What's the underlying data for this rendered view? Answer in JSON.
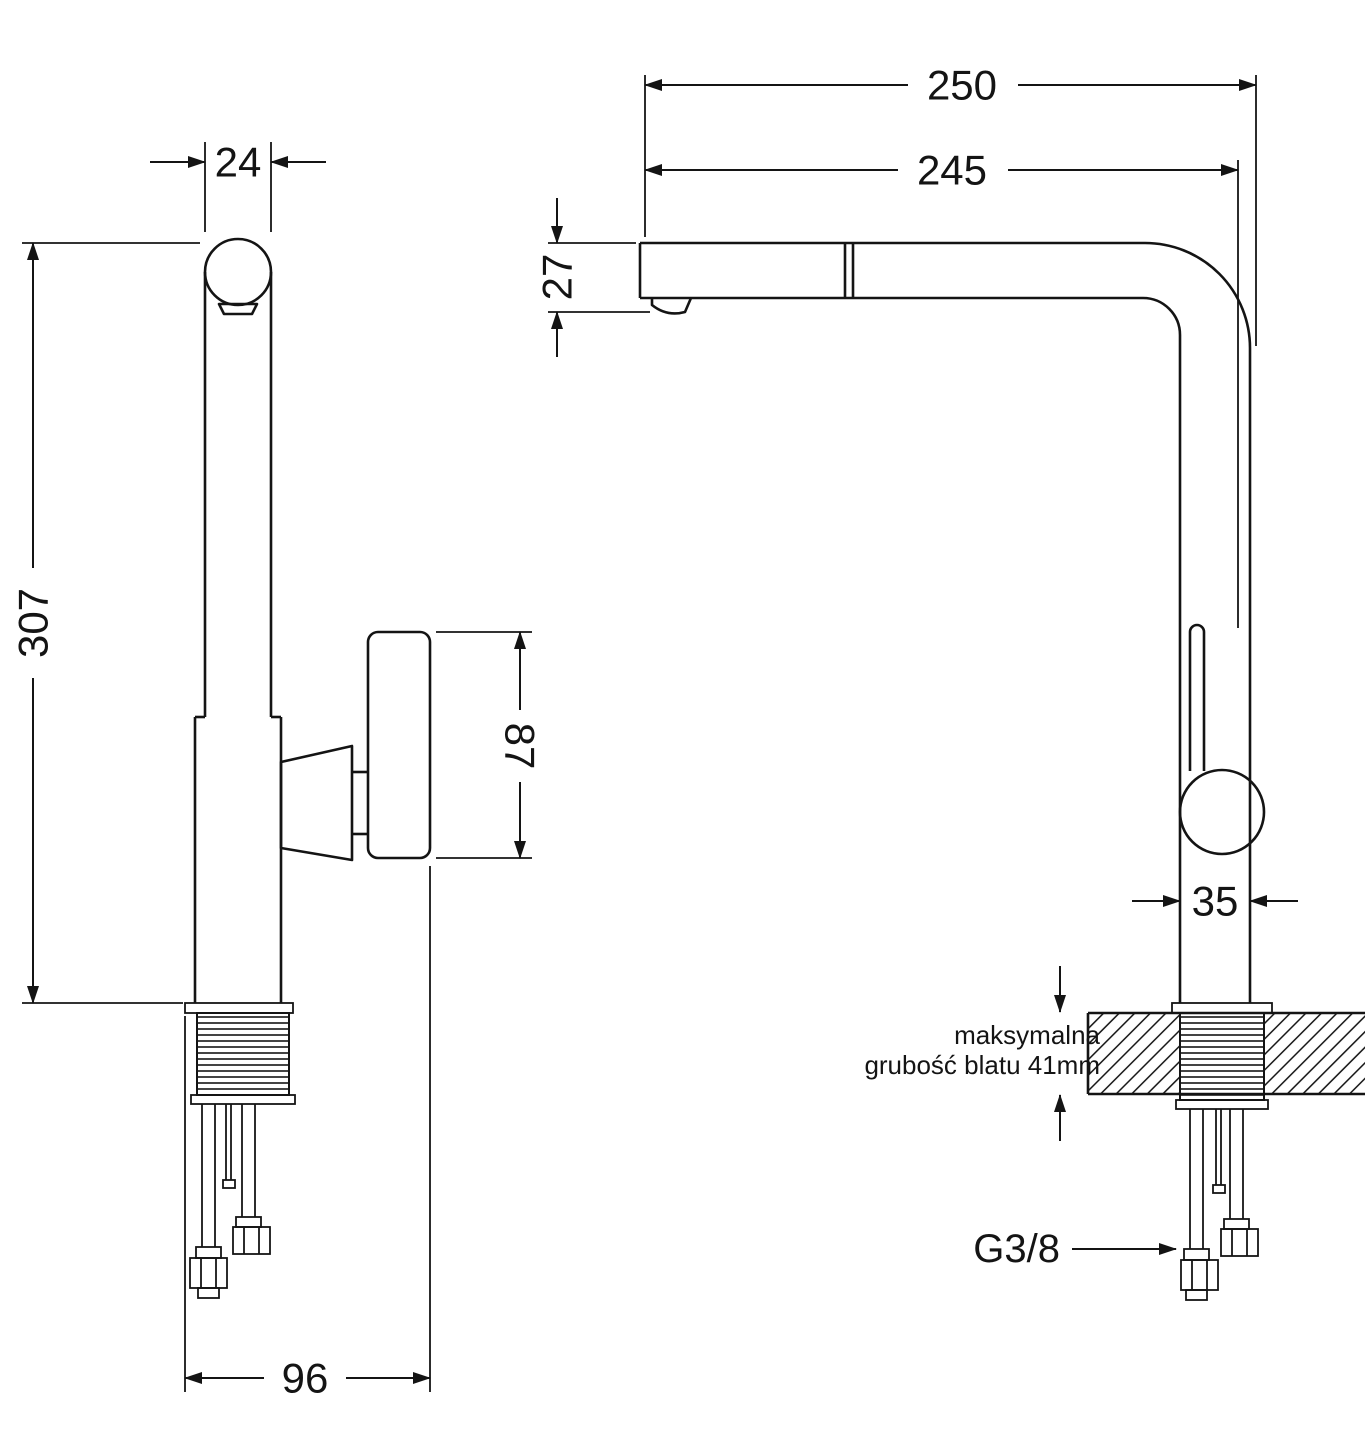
{
  "drawing": {
    "side_view": {
      "pipe_width_mm": "24",
      "total_height_mm": "307",
      "handle_height_mm": "87",
      "base_depth_mm": "96"
    },
    "front_view": {
      "reach_overall_mm": "250",
      "reach_spout_mm": "245",
      "spout_height_mm": "27",
      "body_width_mm": "35",
      "countertop_note_line1": "maksymalna",
      "countertop_note_line2": "grubość blatu 41mm",
      "connection_thread": "G3/8"
    }
  }
}
